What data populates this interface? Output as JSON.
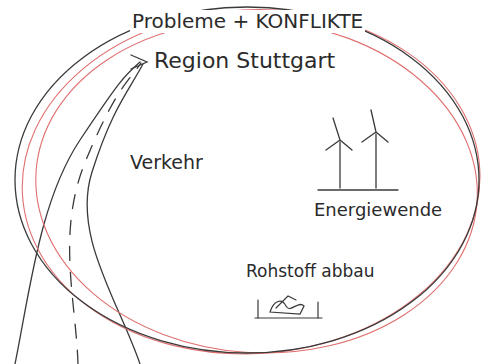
{
  "diagram": {
    "nodes": [
      {
        "text": [
          "Probleme + KONFLIKTE",
          "Region Stuttgart"
        ]
      }
    ],
    "labels": [
      "Verkehr",
      "Energiewende",
      "Rohstoff abbau"
    ]
  }
}
